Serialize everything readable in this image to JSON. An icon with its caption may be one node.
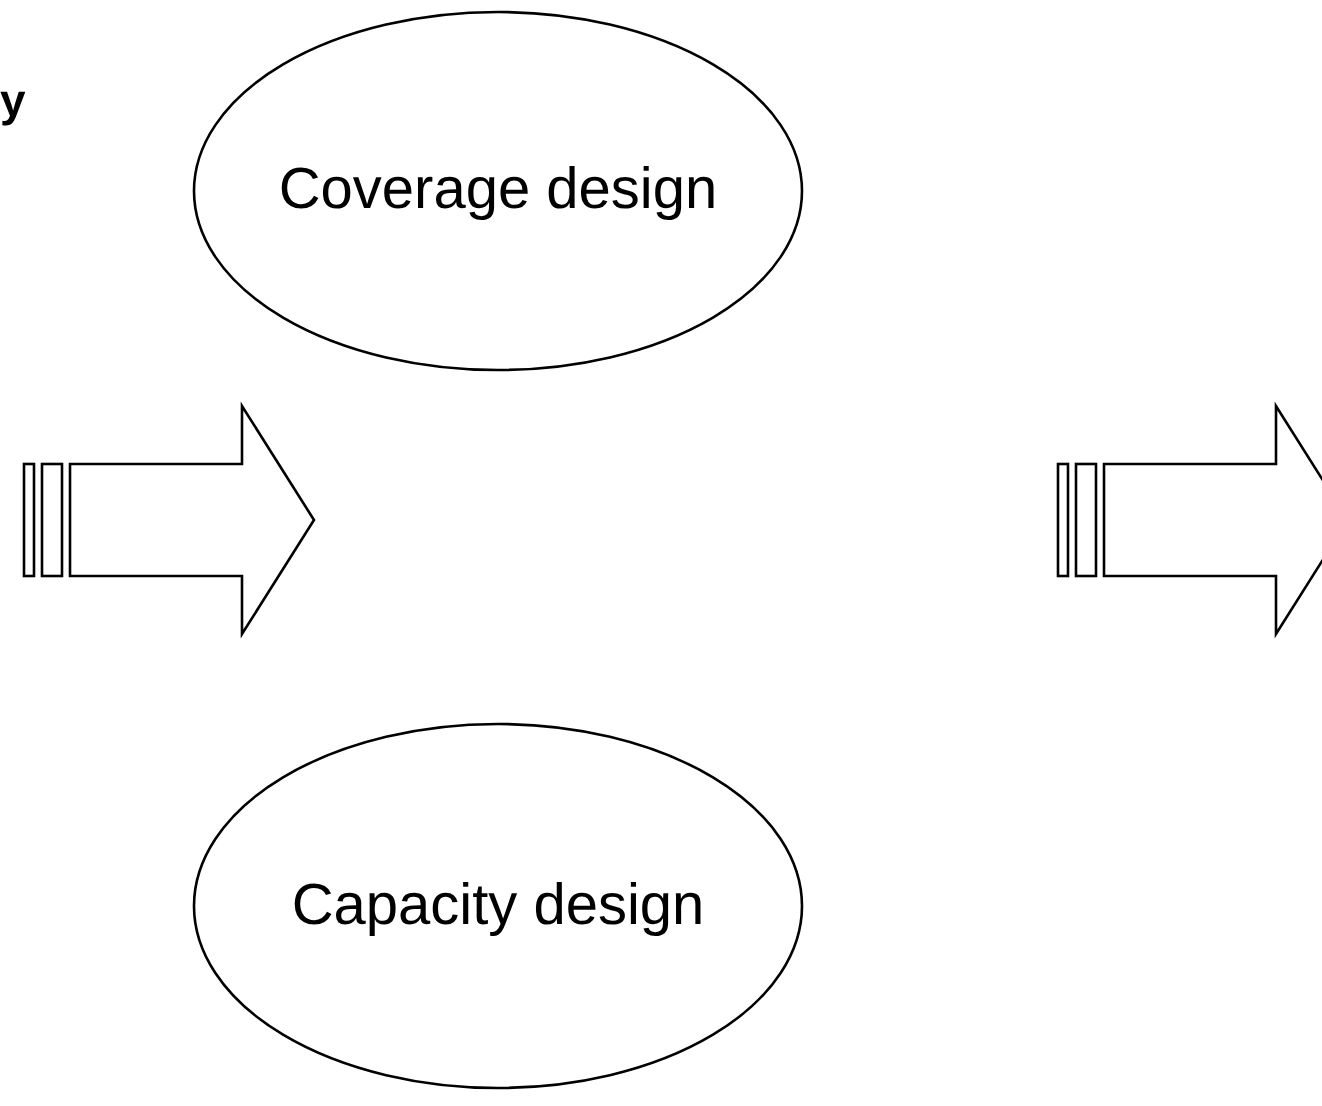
{
  "diagram": {
    "nodes": [
      {
        "text": [
          "Coverage design"
        ]
      },
      {
        "text": [
          "Capacity design"
        ]
      }
    ],
    "labels": [
      "y"
    ]
  }
}
